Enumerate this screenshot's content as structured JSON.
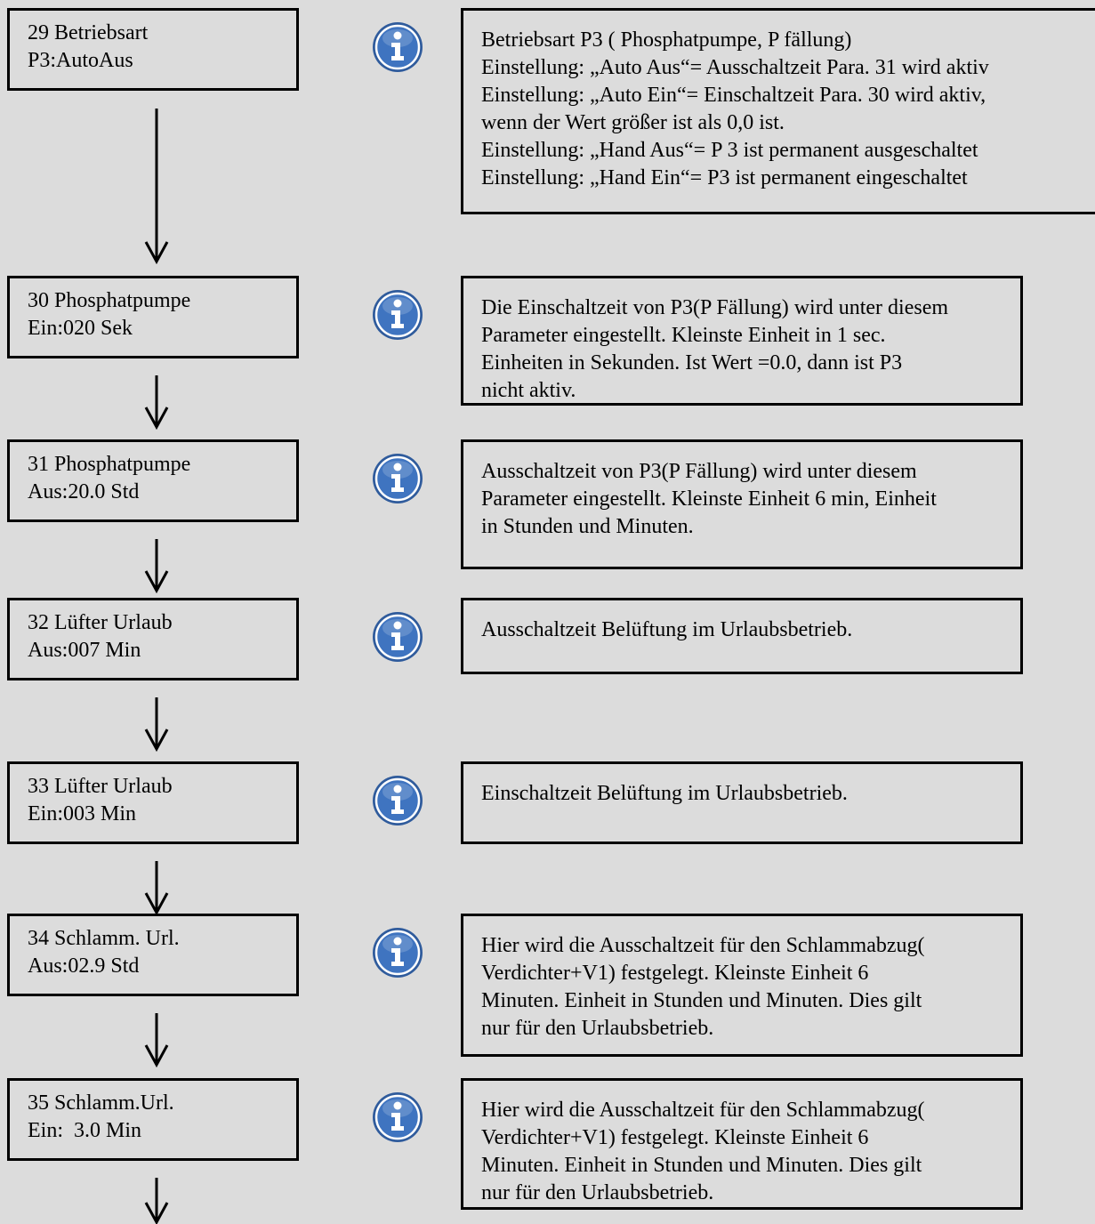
{
  "colors": {
    "background": "#dcdcdc",
    "icon_outer": "#2f5b9c",
    "icon_inner": "#3f74c0"
  },
  "steps": [
    {
      "param_line1": "29 Betriebsart",
      "param_line2": "P3:AutoAus",
      "desc": [
        "Betriebsart P3 ( Phosphatpumpe, P fällung)",
        "Einstellung: „Auto Aus“= Ausschaltzeit Para. 31  wird aktiv",
        "Einstellung: „Auto Ein“= Einschaltzeit Para. 30 wird aktiv,",
        "wenn der Wert größer ist als 0,0 ist.",
        "Einstellung: „Hand Aus“= P 3 ist permanent ausgeschaltet",
        "Einstellung: „Hand Ein“= P3  ist permanent eingeschaltet"
      ]
    },
    {
      "param_line1": "30 Phosphatpumpe",
      "param_line2": "Ein:020 Sek",
      "desc": [
        "Die Einschaltzeit von P3(P Fällung) wird unter diesem",
        "Parameter eingestellt. Kleinste Einheit in 1 sec.",
        "Einheiten in  Sekunden. Ist Wert =0.0, dann ist P3",
        "nicht aktiv."
      ]
    },
    {
      "param_line1": "31 Phosphatpumpe",
      "param_line2": "Aus:20.0 Std",
      "desc": [
        "Ausschaltzeit von P3(P Fällung) wird unter diesem",
        "Parameter eingestellt. Kleinste Einheit 6 min, Einheit",
        "in Stunden und Minuten."
      ]
    },
    {
      "param_line1": "32 Lüfter Urlaub",
      "param_line2": "Aus:007 Min",
      "desc": [
        "Ausschaltzeit Belüftung im Urlaubsbetrieb."
      ]
    },
    {
      "param_line1": "33 Lüfter Urlaub",
      "param_line2": "Ein:003 Min",
      "desc": [
        "Einschaltzeit Belüftung im Urlaubsbetrieb."
      ]
    },
    {
      "param_line1": "34 Schlamm. Url.",
      "param_line2": "Aus:02.9 Std",
      "desc": [
        "Hier wird die Ausschaltzeit für den Schlammabzug(",
        "Verdichter+V1) festgelegt. Kleinste Einheit 6",
        "Minuten. Einheit in Stunden und Minuten. Dies gilt",
        "nur für den Urlaubsbetrieb."
      ]
    },
    {
      "param_line1": "35 Schlamm.Url.",
      "param_line2": "Ein:  3.0 Min",
      "desc": [
        "Hier wird die Ausschaltzeit für den Schlammabzug(",
        "Verdichter+V1) festgelegt. Kleinste Einheit 6",
        "Minuten. Einheit in Stunden und Minuten. Dies gilt",
        "nur für den Urlaubsbetrieb."
      ]
    }
  ]
}
